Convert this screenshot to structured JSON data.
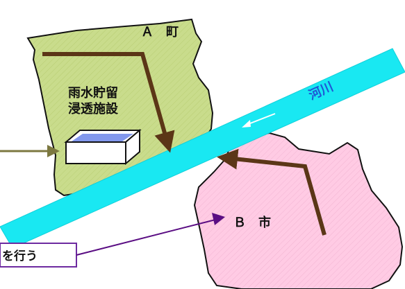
{
  "town_a": {
    "name": "Ａ　町",
    "color": "#c9dc8c"
  },
  "facility": {
    "line1": "雨水貯留",
    "line2": "浸透施設"
  },
  "river": {
    "label": "河川",
    "color": "#19e8f2"
  },
  "city_b": {
    "name": "Ｂ　市",
    "color": "#ffcbe4"
  },
  "callout": {
    "text": "を行う"
  },
  "colors": {
    "runoff_arrow": "#5b3617",
    "inflow_arrow": "#7c7840",
    "callout_border": "#6d2aa0",
    "callout_arrow": "#5a0d83",
    "river_flow_arrow": "#ffffff"
  }
}
